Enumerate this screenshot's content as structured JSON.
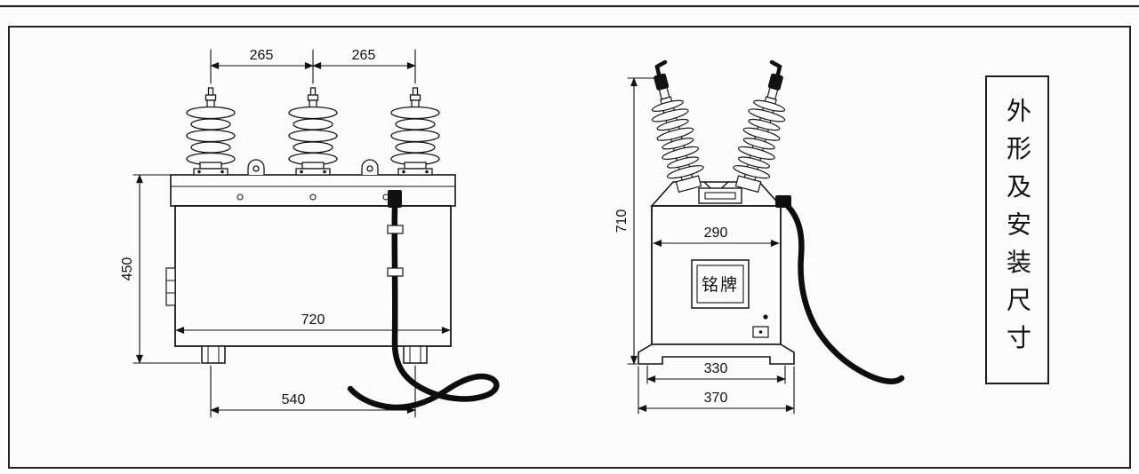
{
  "panel": {
    "title": "外形及安装尺寸"
  },
  "front_view": {
    "dims": {
      "spacing_left": "265",
      "spacing_right": "265",
      "height": "450",
      "width": "720",
      "mounting": "540"
    }
  },
  "side_view": {
    "dims": {
      "height": "710",
      "width": "290",
      "hole_spacing": "330",
      "base_width": "370"
    },
    "nameplate": "铭牌"
  },
  "colors": {
    "line": "#1a1a1a",
    "paper": "#fcfcfc"
  }
}
